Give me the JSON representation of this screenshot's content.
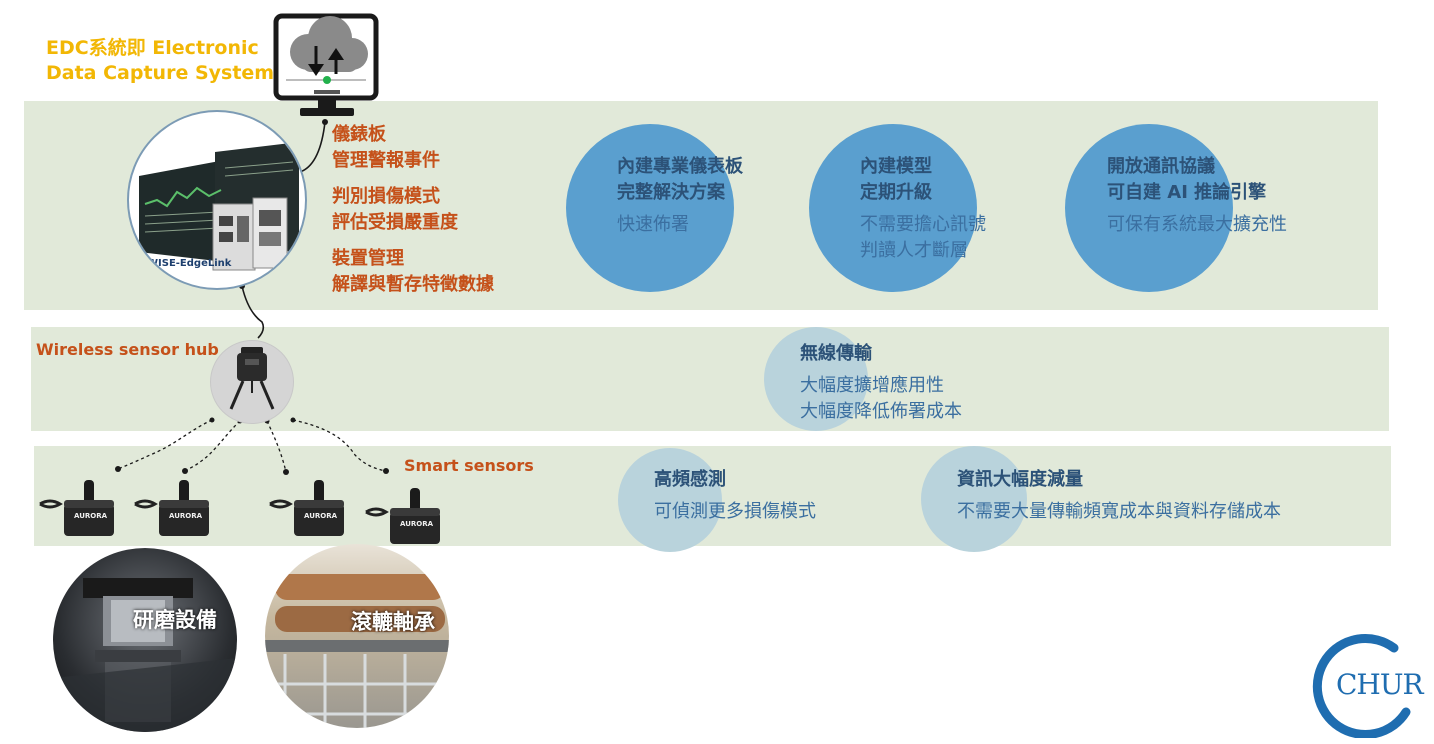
{
  "header": {
    "edc_line1": "EDC系統即 Electronic",
    "edc_line2": "Data Capture System"
  },
  "edge": {
    "device_label": "WISE-EdgeLink",
    "items": [
      "儀錶板",
      "管理警報事件",
      "判別損傷模式",
      "評估受損嚴重度",
      "裝置管理",
      "解譯與暫存特徵數據"
    ],
    "features": [
      {
        "title1": "內建專業儀表板",
        "title2": "完整解決方案",
        "desc1": "快速佈署",
        "desc2": ""
      },
      {
        "title1": "內建模型",
        "title2": "定期升級",
        "desc1": "不需要擔心訊號",
        "desc2": "判讀人才斷層"
      },
      {
        "title1": "開放通訊協議",
        "title2": "可自建 AI 推論引擎",
        "desc1": "可保有系統最大擴充性",
        "desc2": ""
      }
    ]
  },
  "hub": {
    "label": "Wireless sensor hub",
    "feature": {
      "title": "無線傳輸",
      "desc1": "大幅度擴增應用性",
      "desc2": "大幅度降低佈署成本"
    }
  },
  "sensors": {
    "label": "Smart sensors",
    "brand": "AURORA",
    "features": [
      {
        "title": "高頻感測",
        "desc": "可偵測更多損傷模式"
      },
      {
        "title": "資訊大幅度減量",
        "desc": "不需要大量傳輸頻寬成本與資料存儲成本"
      }
    ]
  },
  "equipment": [
    {
      "label": "研磨設備"
    },
    {
      "label": "滾轆軸承"
    }
  ],
  "logo": {
    "text": "CHUR"
  },
  "colors": {
    "band": "#e1e9d9",
    "bubble_dark": "#5a9fcf",
    "bubble_light": "#b9d3dc",
    "title_yellow": "#f2b705",
    "label_orange": "#c5511a",
    "text_blue": "#2c5278",
    "logo_blue": "#1f6db0"
  }
}
